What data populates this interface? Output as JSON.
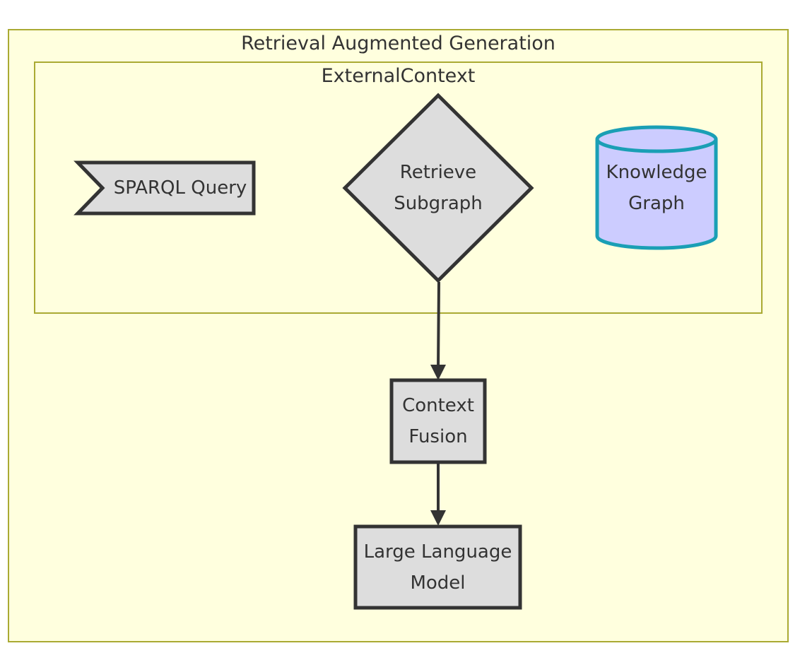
{
  "diagram": {
    "outer_group": {
      "title": "Retrieval Augmented Generation",
      "fill": "#ffffde",
      "stroke": "#aaaa33"
    },
    "inner_group": {
      "title": "ExternalContext",
      "fill": "#ffffde",
      "stroke": "#aaaa33"
    },
    "nodes": {
      "sparql_query": {
        "label": "SPARQL Query",
        "shape": "flag"
      },
      "retrieve_subgraph": {
        "label": "Retrieve\nSubgraph",
        "shape": "diamond"
      },
      "knowledge_graph": {
        "label": "Knowledge\nGraph",
        "shape": "cylinder"
      },
      "context_fusion": {
        "label": "Context\nFusion",
        "shape": "rectangle"
      },
      "llm": {
        "label": "Large Language\nModel",
        "shape": "rectangle"
      }
    },
    "edges": [
      {
        "from": "Retrieve Subgraph",
        "to": "Context Fusion"
      },
      {
        "from": "Context Fusion",
        "to": "Large Language Model"
      }
    ],
    "colors": {
      "node_fill": "#dddddd",
      "node_stroke": "#333333",
      "cylinder_fill": "#ccccff",
      "cylinder_stroke": "#1a9fb5",
      "edge": "#333333",
      "text": "#333333"
    }
  }
}
